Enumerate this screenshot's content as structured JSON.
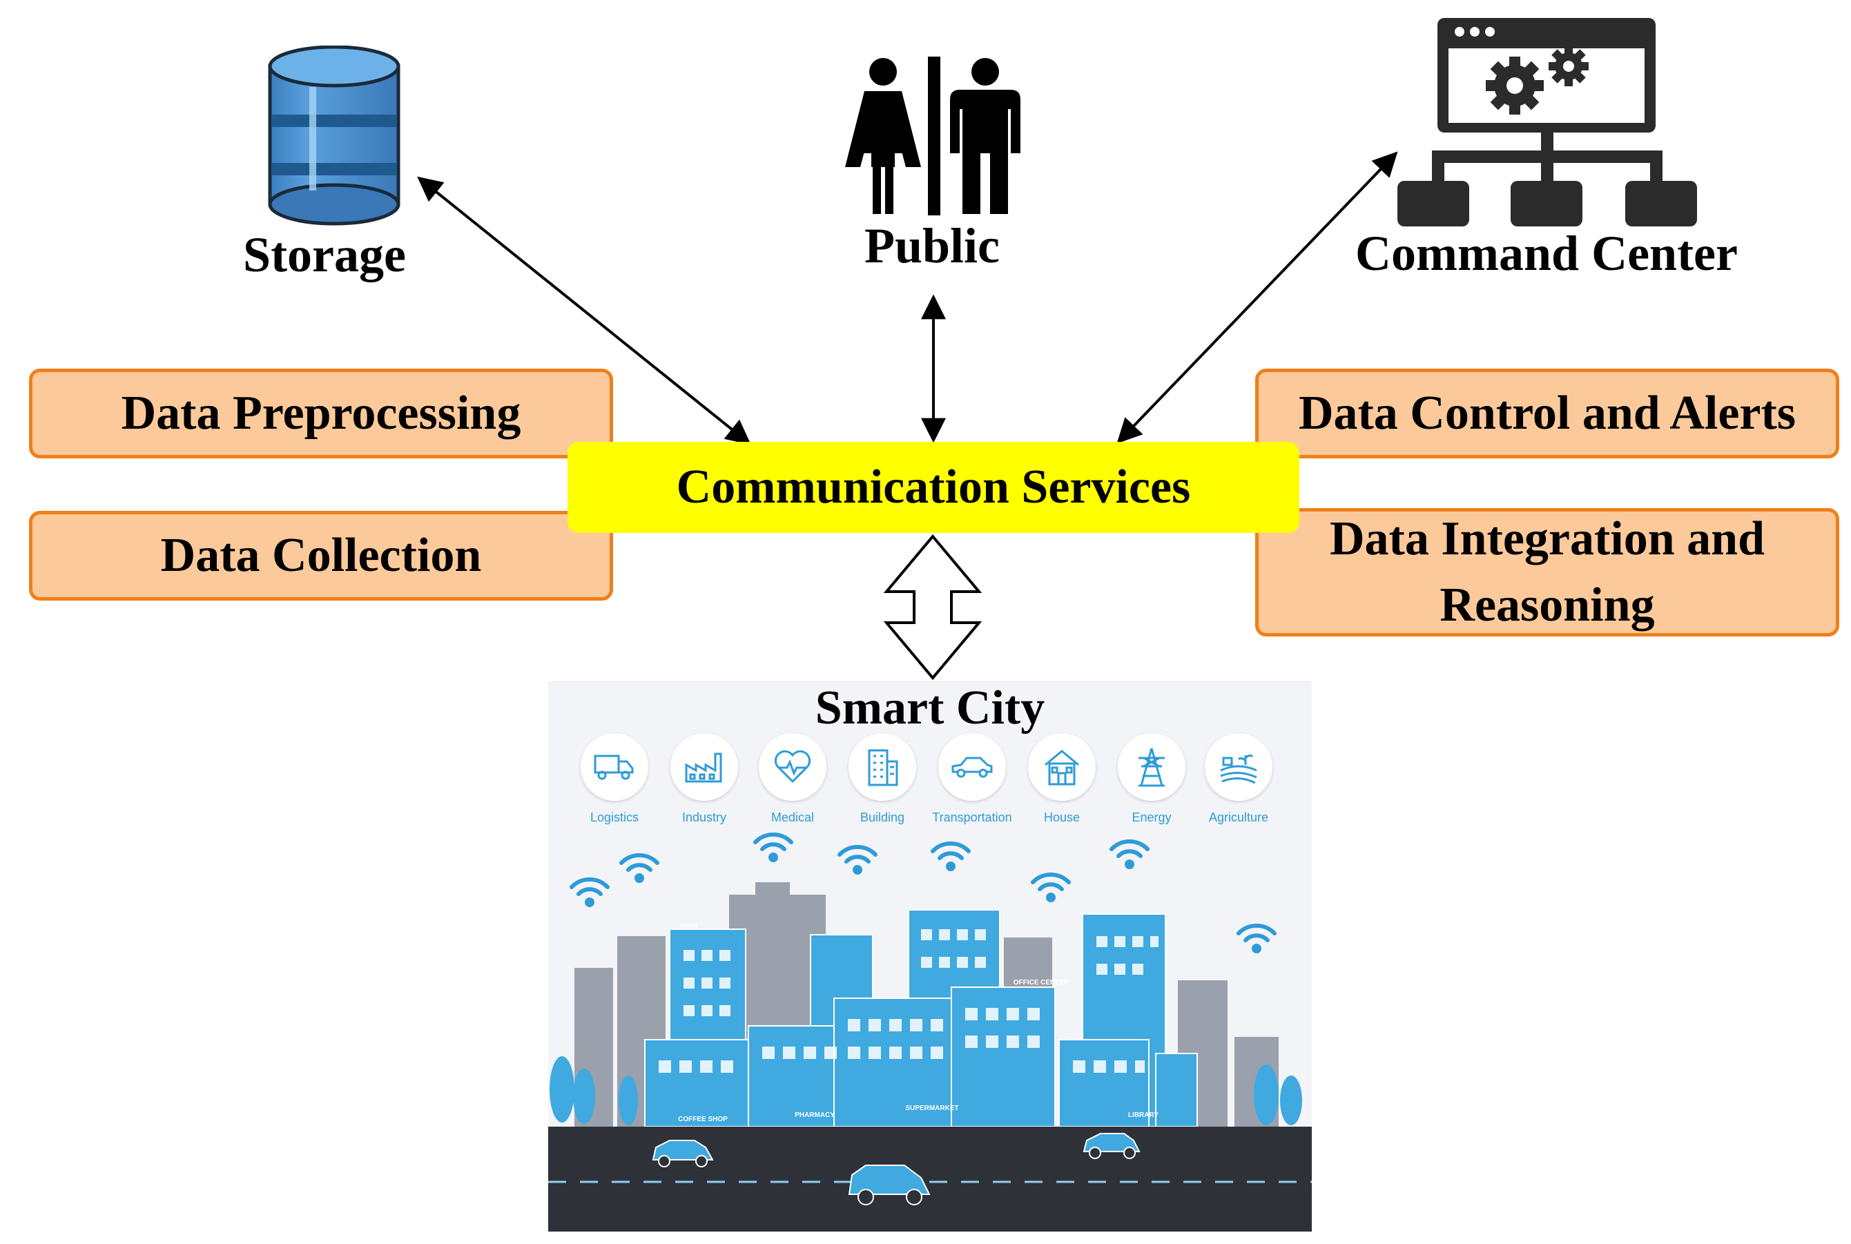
{
  "labels": {
    "storage": "Storage",
    "public": "Public",
    "command_center": "Command Center",
    "communication_services": "Communication Services",
    "smart_city": "Smart City"
  },
  "left_boxes": [
    "Data Preprocessing",
    "Data Collection"
  ],
  "right_boxes": {
    "control": "Data Control and Alerts",
    "integration_line1": "Data Integration and",
    "integration_line2": "Reasoning"
  },
  "city_categories": [
    "Logistics",
    "Industry",
    "Medical",
    "Building",
    "Transportation",
    "House",
    "Energy",
    "Agriculture"
  ],
  "city_signs": {
    "hotel": "Hotel",
    "office": "OFFICE CENTER",
    "coffee": "COFFEE SHOP",
    "pharmacy": "PHARMACY",
    "supermarket": "SUPERMARKET",
    "library": "LIBRARY"
  },
  "colors": {
    "box_fill": "#fcc99a",
    "box_border": "#f07f1a",
    "highlight": "#ffff00",
    "city_blue": "#3fa9e0",
    "city_gray": "#9aa0ac",
    "road": "#2f3138",
    "storage_blue": "#4a90c8"
  },
  "icons": [
    "database-icon",
    "restroom-people-icon",
    "command-center-network-icon",
    "double-arrow-icon"
  ]
}
